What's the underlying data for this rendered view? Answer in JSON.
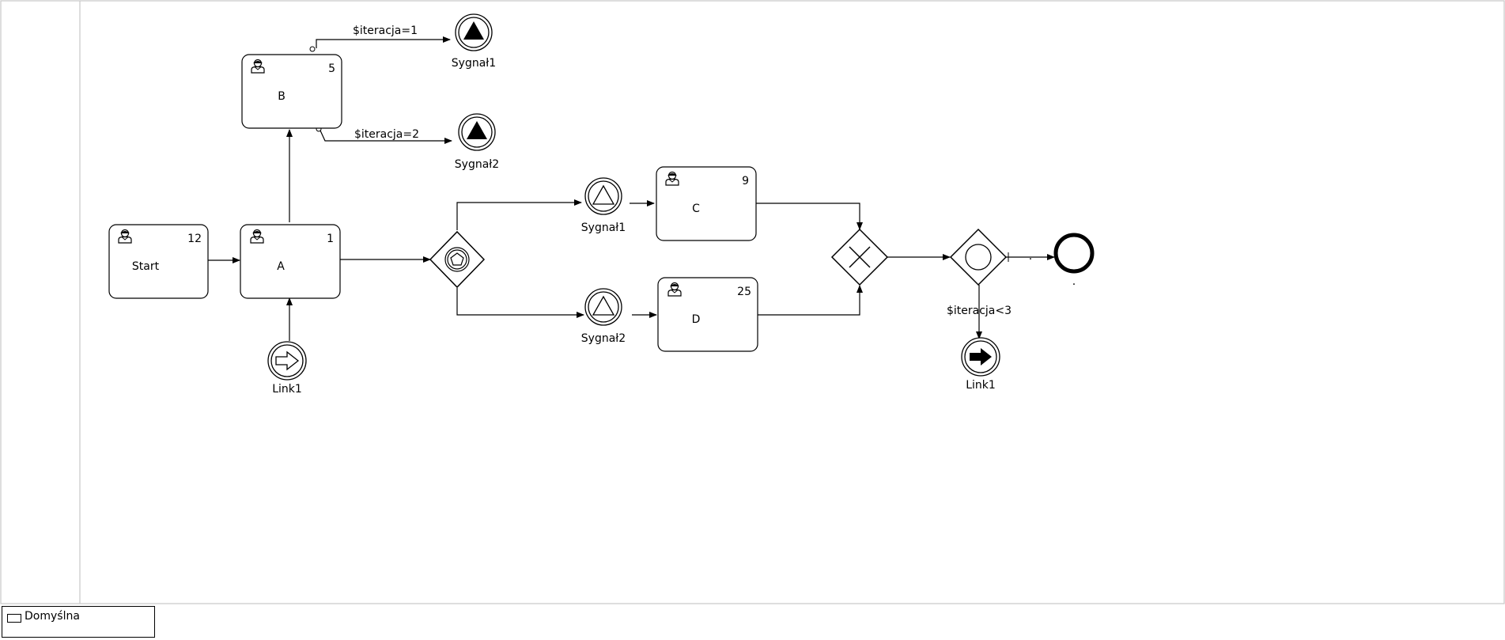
{
  "pool": {
    "border_color": "#c8c8c8",
    "lane_label": ""
  },
  "tasks": [
    {
      "id": "start",
      "label": "Start",
      "number": "12",
      "icon": "user-icon"
    },
    {
      "id": "a",
      "label": "A",
      "number": "1",
      "icon": "user-icon"
    },
    {
      "id": "b",
      "label": "B",
      "number": "5",
      "icon": "user-icon"
    },
    {
      "id": "c",
      "label": "C",
      "number": "9",
      "icon": "user-icon"
    },
    {
      "id": "d",
      "label": "D",
      "number": "25",
      "icon": "user-icon"
    }
  ],
  "events": {
    "throw_signal_1": {
      "label": "Sygnał1",
      "icon": "filled-triangle-icon"
    },
    "throw_signal_2": {
      "label": "Sygnał2",
      "icon": "filled-triangle-icon"
    },
    "catch_signal_1": {
      "label": "Sygnał1",
      "icon": "triangle-icon"
    },
    "catch_signal_2": {
      "label": "Sygnał2",
      "icon": "triangle-icon"
    },
    "link_catch": {
      "label": "Link1",
      "icon": "link-arrow-icon"
    },
    "link_throw": {
      "label": "Link1",
      "icon": "filled-arrow-icon"
    },
    "end": {
      "label": "."
    }
  },
  "gateways": {
    "event_based": {
      "icon": "pentagon-icon"
    },
    "exclusive": {
      "icon": "x-icon"
    },
    "inclusive": {
      "icon": "circle-icon"
    }
  },
  "conditions": {
    "b_to_signal1": "$iteracja=1",
    "b_to_signal2": "$iteracja=2",
    "gateway_to_link": "$iteracja<3",
    "gateway_to_end": "."
  },
  "legend": {
    "label": "Domyślna"
  }
}
